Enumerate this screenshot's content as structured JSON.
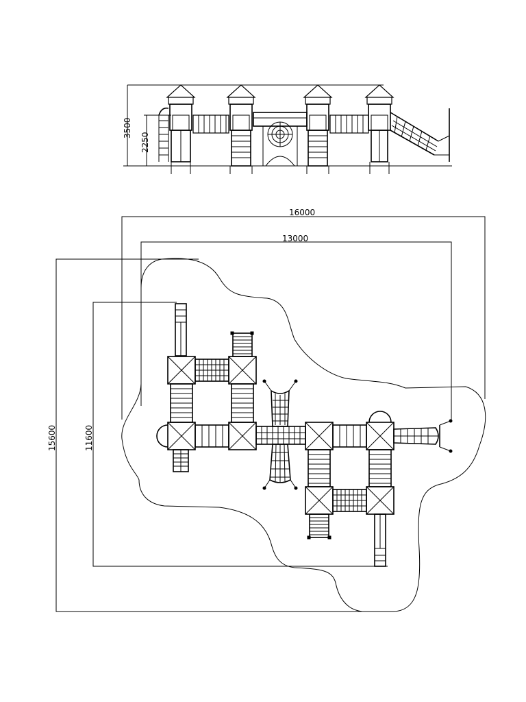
{
  "drawing": {
    "elevation": {
      "dim_total_height": "3500",
      "dim_platform_height": "2250"
    },
    "plan": {
      "dim_outer_width": "16000",
      "dim_inner_width": "13000",
      "dim_outer_height": "15600",
      "dim_inner_height": "11600"
    }
  }
}
